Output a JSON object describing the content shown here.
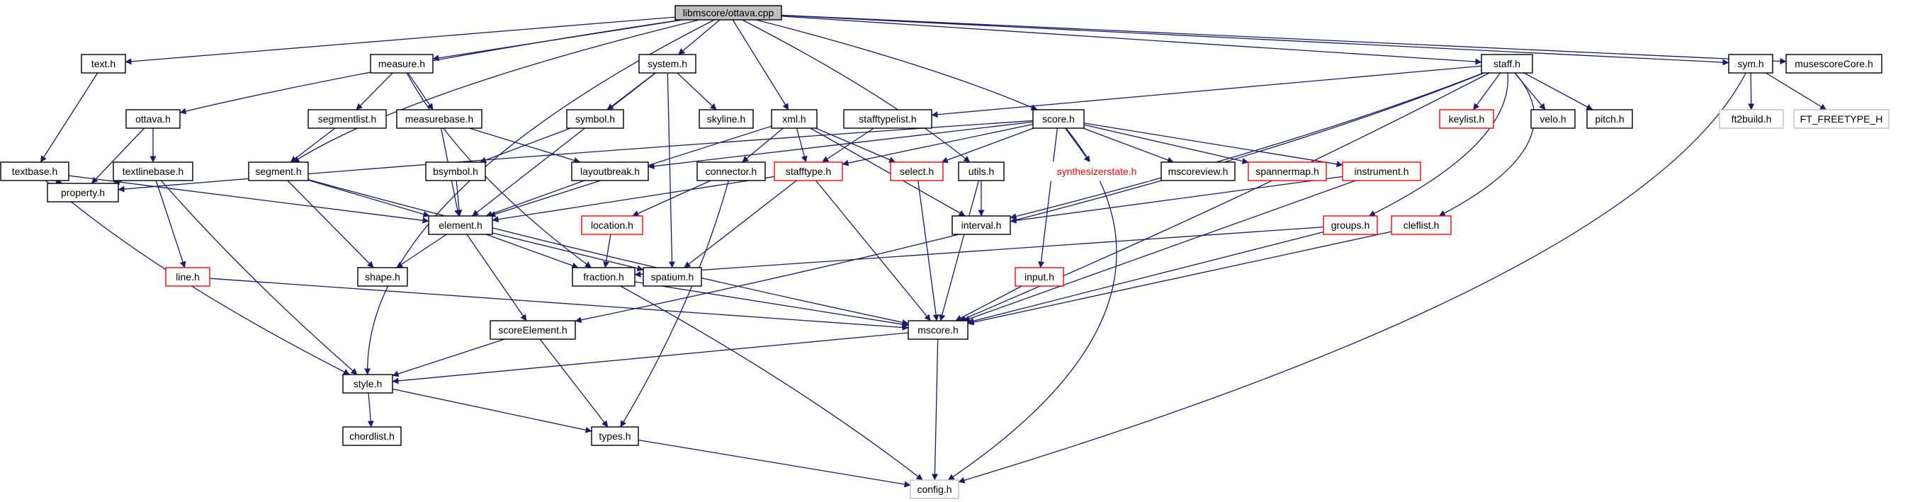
{
  "graph": {
    "title": "libmscore/ottava.cpp",
    "colors": {
      "edge": "#191970",
      "node_border_normal": "#000000",
      "node_border_truncated": "#ff0000",
      "node_border_external": "#bfbfbf",
      "root_fill": "#bfbfbf",
      "node_fill": "#ffffff",
      "text": "#000000"
    },
    "nodes": [
      {
        "id": "root",
        "label": "libmscore/ottava.cpp",
        "style": "root"
      },
      {
        "id": "text_h",
        "label": "text.h",
        "style": "normal"
      },
      {
        "id": "measure_h",
        "label": "measure.h",
        "style": "normal"
      },
      {
        "id": "system_h",
        "label": "system.h",
        "style": "normal"
      },
      {
        "id": "staff_h",
        "label": "staff.h",
        "style": "normal"
      },
      {
        "id": "sym_h",
        "label": "sym.h",
        "style": "normal"
      },
      {
        "id": "musescoreCore_h",
        "label": "musescoreCore.h",
        "style": "normal"
      },
      {
        "id": "ottava_h",
        "label": "ottava.h",
        "style": "normal"
      },
      {
        "id": "segmentlist_h",
        "label": "segmentlist.h",
        "style": "normal"
      },
      {
        "id": "measurebase_h",
        "label": "measurebase.h",
        "style": "normal"
      },
      {
        "id": "symbol_h",
        "label": "symbol.h",
        "style": "normal"
      },
      {
        "id": "skyline_h",
        "label": "skyline.h",
        "style": "normal"
      },
      {
        "id": "xml_h",
        "label": "xml.h",
        "style": "normal"
      },
      {
        "id": "stafftypelist_h",
        "label": "stafftypelist.h",
        "style": "normal"
      },
      {
        "id": "score_h",
        "label": "score.h",
        "style": "normal"
      },
      {
        "id": "keylist_h",
        "label": "keylist.h",
        "style": "truncated"
      },
      {
        "id": "velo_h",
        "label": "velo.h",
        "style": "normal"
      },
      {
        "id": "pitch_h",
        "label": "pitch.h",
        "style": "normal"
      },
      {
        "id": "ft2build_h",
        "label": "ft2build.h",
        "style": "external"
      },
      {
        "id": "FT_FREETYPE_H",
        "label": "FT_FREETYPE_H",
        "style": "external"
      },
      {
        "id": "textbase_h",
        "label": "textbase.h",
        "style": "normal"
      },
      {
        "id": "textlinebase_h",
        "label": "textlinebase.h",
        "style": "normal"
      },
      {
        "id": "segment_h",
        "label": "segment.h",
        "style": "normal"
      },
      {
        "id": "bsymbol_h",
        "label": "bsymbol.h",
        "style": "normal"
      },
      {
        "id": "layoutbreak_h",
        "label": "layoutbreak.h",
        "style": "normal"
      },
      {
        "id": "connector_h",
        "label": "connector.h",
        "style": "normal"
      },
      {
        "id": "stafftype_h",
        "label": "stafftype.h",
        "style": "truncated"
      },
      {
        "id": "select_h",
        "label": "select.h",
        "style": "truncated"
      },
      {
        "id": "utils_h",
        "label": "utils.h",
        "style": "normal"
      },
      {
        "id": "synthesizerstate_h",
        "label": "synthesizerstate.h",
        "style": "truncated-borderless"
      },
      {
        "id": "mscoreview_h",
        "label": "mscoreview.h",
        "style": "normal"
      },
      {
        "id": "spannermap_h",
        "label": "spannermap.h",
        "style": "truncated"
      },
      {
        "id": "instrument_h",
        "label": "instrument.h",
        "style": "truncated"
      },
      {
        "id": "property_h",
        "label": "property.h",
        "style": "normal"
      },
      {
        "id": "element_h",
        "label": "element.h",
        "style": "normal"
      },
      {
        "id": "location_h",
        "label": "location.h",
        "style": "truncated"
      },
      {
        "id": "interval_h",
        "label": "interval.h",
        "style": "normal"
      },
      {
        "id": "groups_h",
        "label": "groups.h",
        "style": "truncated"
      },
      {
        "id": "cleflist_h",
        "label": "cleflist.h",
        "style": "truncated"
      },
      {
        "id": "line_h",
        "label": "line.h",
        "style": "truncated"
      },
      {
        "id": "shape_h",
        "label": "shape.h",
        "style": "normal"
      },
      {
        "id": "fraction_h",
        "label": "fraction.h",
        "style": "normal"
      },
      {
        "id": "spatium_h",
        "label": "spatium.h",
        "style": "normal"
      },
      {
        "id": "input_h",
        "label": "input.h",
        "style": "truncated"
      },
      {
        "id": "scoreElement_h",
        "label": "scoreElement.h",
        "style": "normal"
      },
      {
        "id": "mscore_h",
        "label": "mscore.h",
        "style": "normal"
      },
      {
        "id": "style_h",
        "label": "style.h",
        "style": "normal"
      },
      {
        "id": "chordlist_h",
        "label": "chordlist.h",
        "style": "normal"
      },
      {
        "id": "types_h",
        "label": "types.h",
        "style": "normal"
      },
      {
        "id": "config_h",
        "label": "config.h",
        "style": "external"
      }
    ],
    "edges": [
      [
        "root",
        "text_h"
      ],
      [
        "root",
        "measure_h"
      ],
      [
        "root",
        "system_h"
      ],
      [
        "root",
        "staff_h"
      ],
      [
        "root",
        "sym_h"
      ],
      [
        "root",
        "musescoreCore_h"
      ],
      [
        "root",
        "ottava_h"
      ],
      [
        "root",
        "segment_h"
      ],
      [
        "root",
        "xml_h"
      ],
      [
        "root",
        "score_h"
      ],
      [
        "root",
        "utils_h"
      ],
      [
        "root",
        "style_h"
      ],
      [
        "text_h",
        "textbase_h"
      ],
      [
        "measure_h",
        "segmentlist_h"
      ],
      [
        "measure_h",
        "measurebase_h"
      ],
      [
        "measure_h",
        "fraction_h"
      ],
      [
        "system_h",
        "symbol_h"
      ],
      [
        "system_h",
        "skyline_h"
      ],
      [
        "system_h",
        "element_h"
      ],
      [
        "system_h",
        "spatium_h"
      ],
      [
        "staff_h",
        "stafftypelist_h"
      ],
      [
        "staff_h",
        "keylist_h"
      ],
      [
        "staff_h",
        "velo_h"
      ],
      [
        "staff_h",
        "pitch_h"
      ],
      [
        "staff_h",
        "groups_h"
      ],
      [
        "staff_h",
        "cleflist_h"
      ],
      [
        "staff_h",
        "mscore_h"
      ],
      [
        "staff_h",
        "scoreElement_h"
      ],
      [
        "staff_h",
        "interval_h"
      ],
      [
        "sym_h",
        "ft2build_h"
      ],
      [
        "sym_h",
        "FT_FREETYPE_H"
      ],
      [
        "sym_h",
        "config_h"
      ],
      [
        "ottava_h",
        "textlinebase_h"
      ],
      [
        "ottava_h",
        "property_h"
      ],
      [
        "segmentlist_h",
        "segment_h"
      ],
      [
        "measurebase_h",
        "element_h"
      ],
      [
        "measurebase_h",
        "layoutbreak_h"
      ],
      [
        "symbol_h",
        "bsymbol_h"
      ],
      [
        "xml_h",
        "connector_h"
      ],
      [
        "xml_h",
        "stafftype_h"
      ],
      [
        "xml_h",
        "select_h"
      ],
      [
        "xml_h",
        "interval_h"
      ],
      [
        "xml_h",
        "element_h"
      ],
      [
        "stafftypelist_h",
        "stafftype_h"
      ],
      [
        "score_h",
        "property_h"
      ],
      [
        "score_h",
        "layoutbreak_h"
      ],
      [
        "score_h",
        "select_h"
      ],
      [
        "score_h",
        "synthesizerstate_h"
      ],
      [
        "score_h",
        "mscoreview_h"
      ],
      [
        "score_h",
        "spannermap_h"
      ],
      [
        "score_h",
        "instrument_h"
      ],
      [
        "score_h",
        "input_h"
      ],
      [
        "score_h",
        "config_h"
      ],
      [
        "score_h",
        "stafftype_h"
      ],
      [
        "textbase_h",
        "property_h"
      ],
      [
        "textbase_h",
        "element_h"
      ],
      [
        "textbase_h",
        "style_h"
      ],
      [
        "textlinebase_h",
        "property_h"
      ],
      [
        "textlinebase_h",
        "line_h"
      ],
      [
        "textlinebase_h",
        "style_h"
      ],
      [
        "segment_h",
        "element_h"
      ],
      [
        "segment_h",
        "shape_h"
      ],
      [
        "segment_h",
        "mscore_h"
      ],
      [
        "bsymbol_h",
        "element_h"
      ],
      [
        "layoutbreak_h",
        "element_h"
      ],
      [
        "connector_h",
        "location_h"
      ],
      [
        "connector_h",
        "types_h"
      ],
      [
        "stafftype_h",
        "element_h"
      ],
      [
        "stafftype_h",
        "spatium_h"
      ],
      [
        "stafftype_h",
        "mscore_h"
      ],
      [
        "select_h",
        "mscore_h"
      ],
      [
        "utils_h",
        "interval_h"
      ],
      [
        "utils_h",
        "mscore_h"
      ],
      [
        "instrument_h",
        "interval_h"
      ],
      [
        "instrument_h",
        "mscore_h"
      ],
      [
        "element_h",
        "shape_h"
      ],
      [
        "element_h",
        "fraction_h"
      ],
      [
        "element_h",
        "spatium_h"
      ],
      [
        "element_h",
        "scoreElement_h"
      ],
      [
        "location_h",
        "fraction_h"
      ],
      [
        "groups_h",
        "fraction_h"
      ],
      [
        "groups_h",
        "mscore_h"
      ],
      [
        "cleflist_h",
        "mscore_h"
      ],
      [
        "line_h",
        "mscore_h"
      ],
      [
        "fraction_h",
        "mscore_h"
      ],
      [
        "fraction_h",
        "config_h"
      ],
      [
        "input_h",
        "mscore_h"
      ],
      [
        "scoreElement_h",
        "style_h"
      ],
      [
        "scoreElement_h",
        "types_h"
      ],
      [
        "mscore_h",
        "style_h"
      ],
      [
        "mscore_h",
        "config_h"
      ],
      [
        "style_h",
        "chordlist_h"
      ],
      [
        "style_h",
        "types_h"
      ],
      [
        "types_h",
        "config_h"
      ]
    ]
  }
}
